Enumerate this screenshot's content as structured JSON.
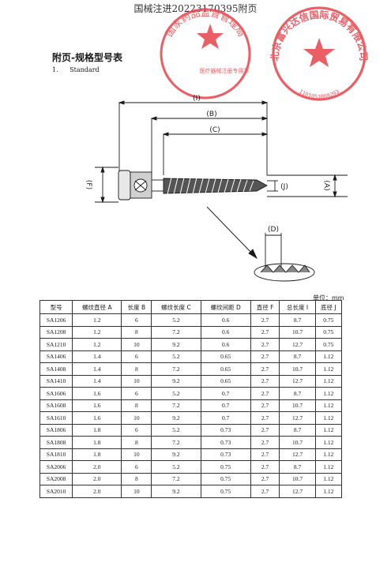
{
  "header_code": "国械注进20223170395附页",
  "stamps": {
    "left_text": "国家药品监督管理局",
    "left_inner": "医疗器械注册专用章",
    "right_text": "北京富兴达信国际贸易有限公司",
    "right_num": "1101051008203"
  },
  "title": "附页-规格型号表",
  "subtitle_num": "1.",
  "subtitle": "Standard",
  "diagram": {
    "I": "(I)",
    "B": "(B)",
    "C": "(C)",
    "F": "(F)",
    "J": "(J)",
    "A": "(A)",
    "D": "(D)"
  },
  "unit_label": "单位：mm",
  "table": {
    "headers": [
      "型号",
      "螺纹直径 A",
      "长度 B",
      "螺纹长度 C",
      "螺纹间距 D",
      "直径 F",
      "总长度 I",
      "底径 J"
    ],
    "rows": [
      [
        "SA1206",
        "1.2",
        "6",
        "5.2",
        "0.6",
        "2.7",
        "8.7",
        "0.75"
      ],
      [
        "SA1208",
        "1.2",
        "8",
        "7.2",
        "0.6",
        "2.7",
        "10.7",
        "0.75"
      ],
      [
        "SA1210",
        "1.2",
        "10",
        "9.2",
        "0.6",
        "2.7",
        "12.7",
        "0.75"
      ],
      [
        "SA1406",
        "1.4",
        "6",
        "5.2",
        "0.65",
        "2.7",
        "8.7",
        "1.12"
      ],
      [
        "SA1408",
        "1.4",
        "8",
        "7.2",
        "0.65",
        "2.7",
        "10.7",
        "1.12"
      ],
      [
        "SA1410",
        "1.4",
        "10",
        "9.2",
        "0.65",
        "2.7",
        "12.7",
        "1.12"
      ],
      [
        "SA1606",
        "1.6",
        "6",
        "5.2",
        "0.7",
        "2.7",
        "8.7",
        "1.12"
      ],
      [
        "SA1608",
        "1.6",
        "8",
        "7.2",
        "0.7",
        "2.7",
        "10.7",
        "1.12"
      ],
      [
        "SA1610",
        "1.6",
        "10",
        "9.2",
        "0.7",
        "2.7",
        "12.7",
        "1.12"
      ],
      [
        "SA1806",
        "1.8",
        "6",
        "5.2",
        "0.73",
        "2.7",
        "8.7",
        "1.12"
      ],
      [
        "SA1808",
        "1.8",
        "8",
        "7.2",
        "0.73",
        "2.7",
        "10.7",
        "1.12"
      ],
      [
        "SA1810",
        "1.8",
        "10",
        "9.2",
        "0.73",
        "2.7",
        "12.7",
        "1.12"
      ],
      [
        "SA2006",
        "2.0",
        "6",
        "5.2",
        "0.75",
        "2.7",
        "8.7",
        "1.12"
      ],
      [
        "SA2008",
        "2.0",
        "8",
        "7.2",
        "0.75",
        "2.7",
        "10.7",
        "1.12"
      ],
      [
        "SA2010",
        "2.0",
        "10",
        "9.2",
        "0.75",
        "2.7",
        "12.7",
        "1.12"
      ]
    ]
  },
  "colors": {
    "stamp_red": "#e8424a",
    "ink": "#1a1a1a"
  }
}
